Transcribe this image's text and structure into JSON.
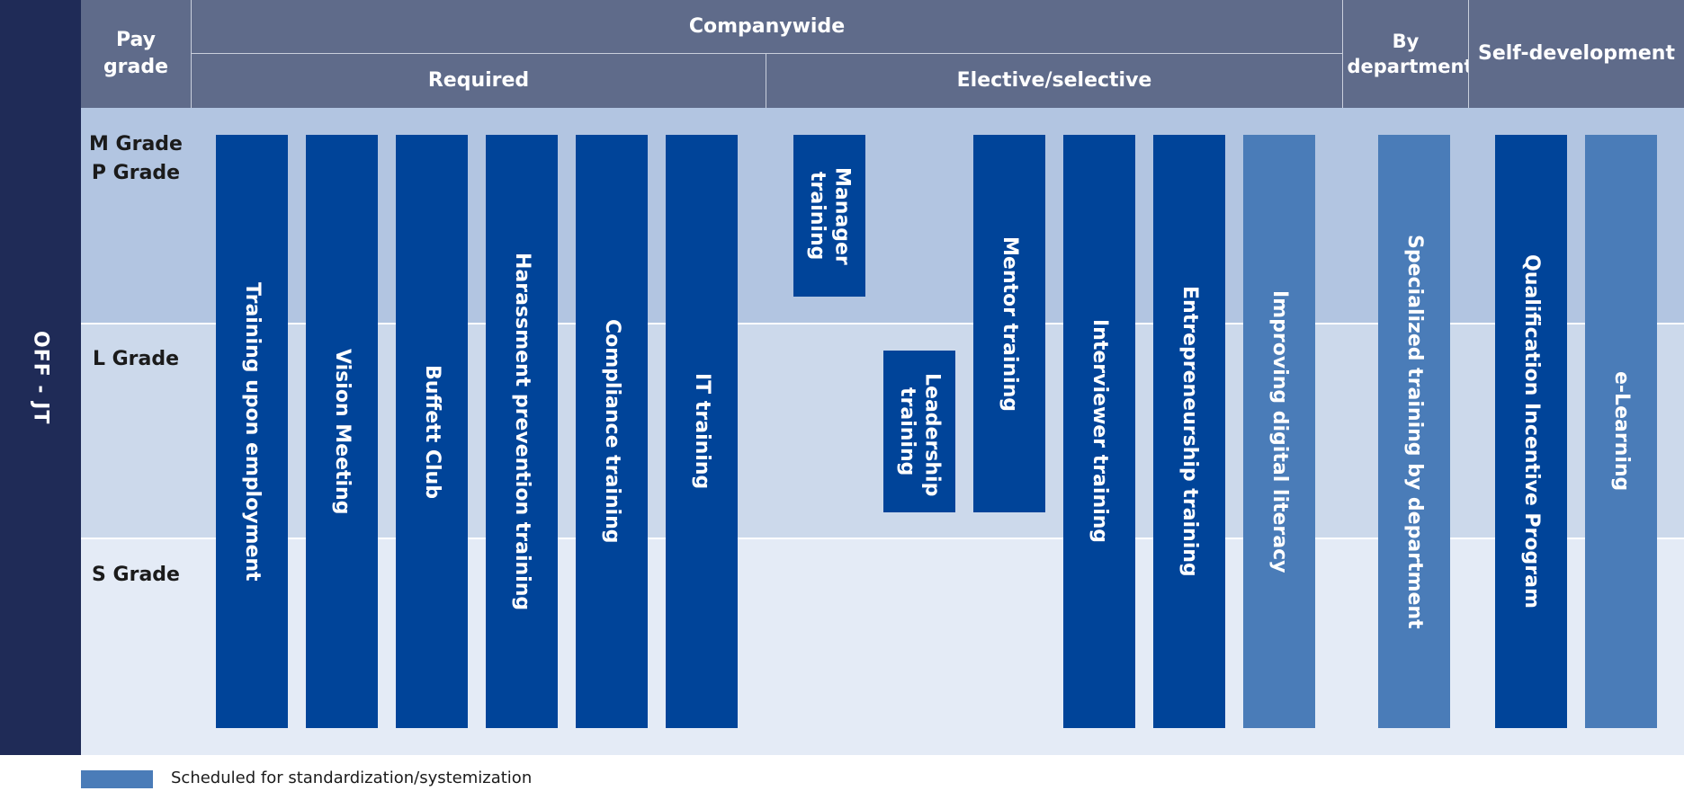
{
  "sidebar": {
    "label": "OFF - JT"
  },
  "headers": {
    "pay_grade": "Pay grade",
    "companywide": "Companywide",
    "required": "Required",
    "elective": "Elective/selective",
    "by_department": "By department",
    "self_development": "Self-development"
  },
  "grades": {
    "mp": "M Grade\nP Grade",
    "l": "L Grade",
    "s": "S Grade"
  },
  "programs": {
    "training_upon_employment": "Training upon employment",
    "vision_meeting": "Vision Meeting",
    "buffett_club": "Buffett Club",
    "harassment_prevention": "Harassment prevention training",
    "compliance": "Compliance training",
    "it_training": "IT training",
    "manager_training": "Manager training",
    "leadership_training": "Leadership training",
    "mentor_training": "Mentor training",
    "interviewer_training": "Interviewer training",
    "entrepreneurship_training": "Entrepreneurship training",
    "improving_digital_literacy": "Improving digital literacy",
    "specialized_training": "Specialized training by department",
    "qualification_incentive": "Qualification Incentive Program",
    "e_learning": "e-Learning"
  },
  "legend": {
    "label": "Scheduled for standardization/systemization"
  },
  "colors": {
    "sidebar": "#1f2b57",
    "header": "#5f6b8a",
    "standard_program": "#004499",
    "scheduled_program": "#4a7cb8",
    "band_mp": "#b2c5e1",
    "band_l": "#ccd9eb",
    "band_s": "#e4ebf6"
  }
}
